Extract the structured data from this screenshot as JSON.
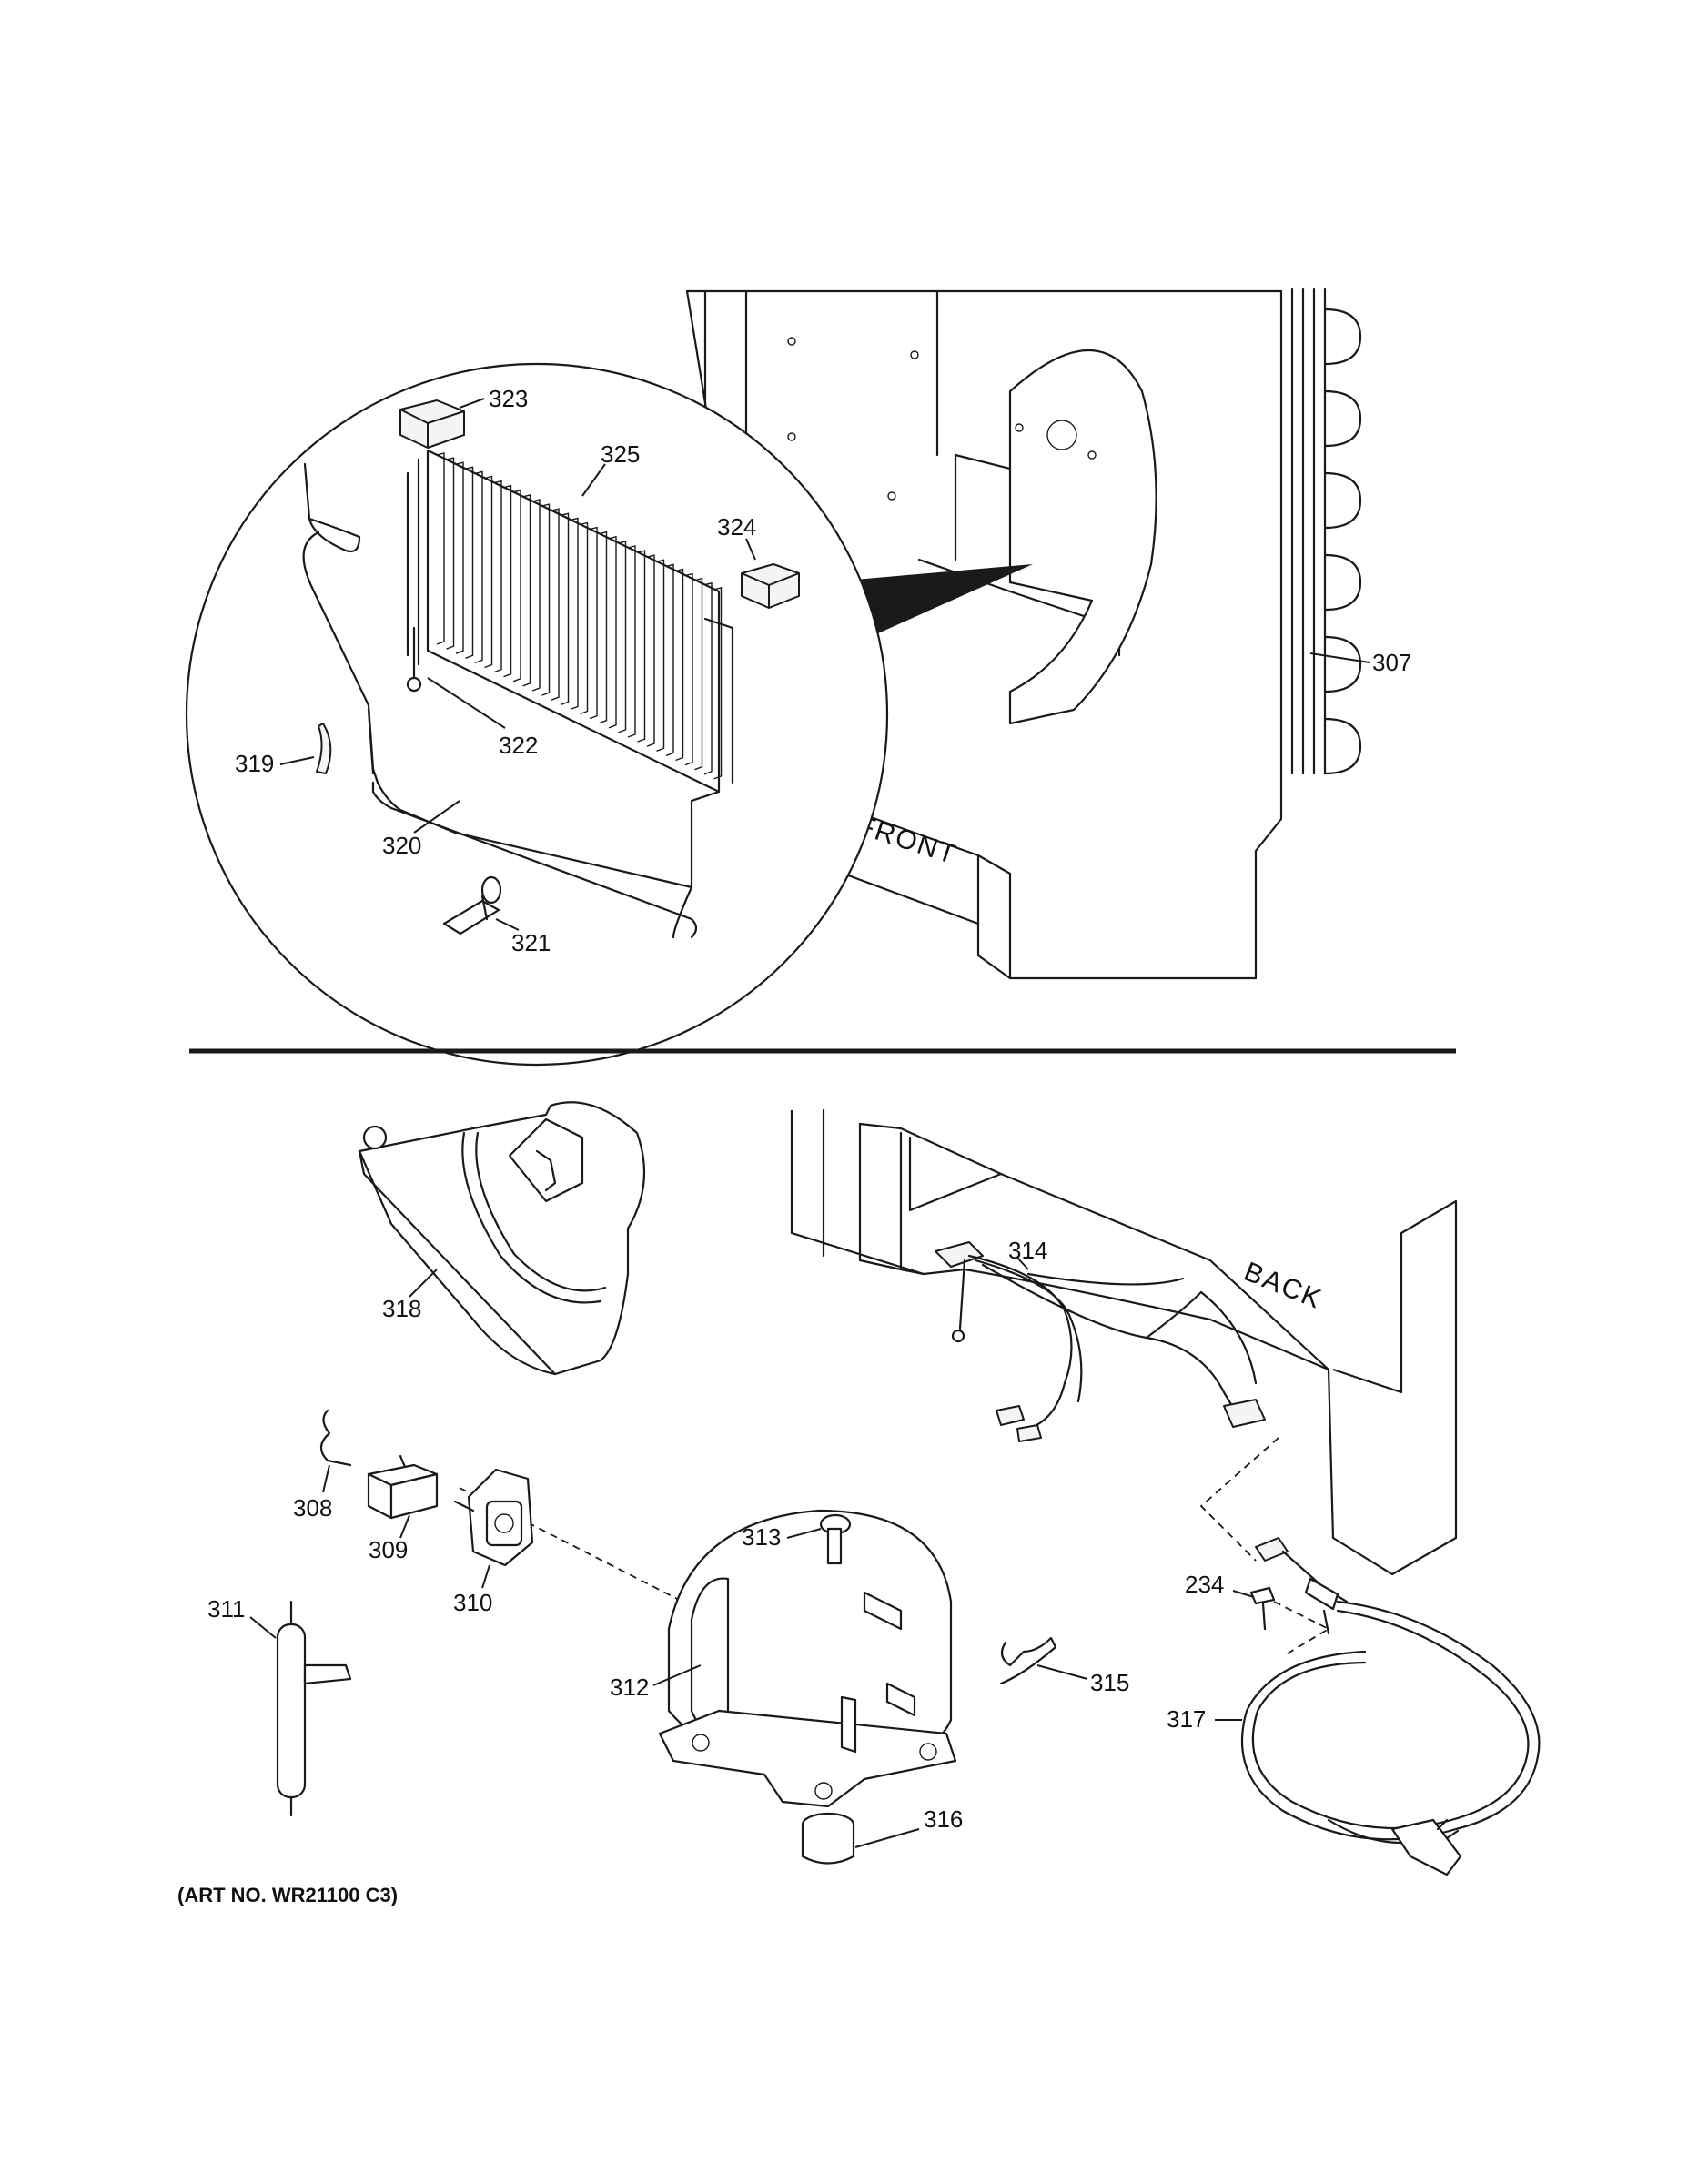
{
  "callouts": {
    "p307": "307",
    "p319": "319",
    "p320": "320",
    "p321": "321",
    "p322": "322",
    "p323": "323",
    "p324": "324",
    "p325": "325",
    "p318": "318",
    "p314": "314",
    "p308": "308",
    "p309": "309",
    "p310": "310",
    "p313": "313",
    "p311": "311",
    "p312": "312",
    "p315": "315",
    "p234": "234",
    "p317": "317",
    "p316": "316"
  },
  "orientation": {
    "front": "FRONT",
    "back": "BACK"
  },
  "art_number": "(ART NO. WR21100 C3)"
}
